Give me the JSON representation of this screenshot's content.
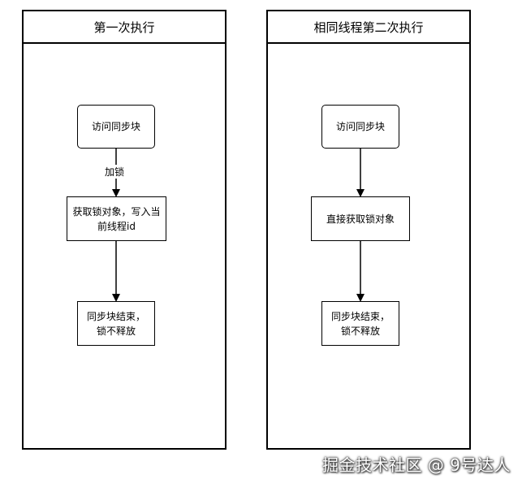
{
  "lanes": {
    "left": {
      "title": "第一次执行",
      "nodes": {
        "access": "访问同步块",
        "acquire": "获取锁对象，写入当前线程id",
        "end": "同步块结束，锁不释放"
      },
      "edge_label": "加锁"
    },
    "right": {
      "title": "相同线程第二次执行",
      "nodes": {
        "access": "访问同步块",
        "acquire": "直接获取锁对象",
        "end": "同步块结束，锁不释放"
      }
    }
  },
  "watermark": "掘金技术社区 @ 9号达人"
}
